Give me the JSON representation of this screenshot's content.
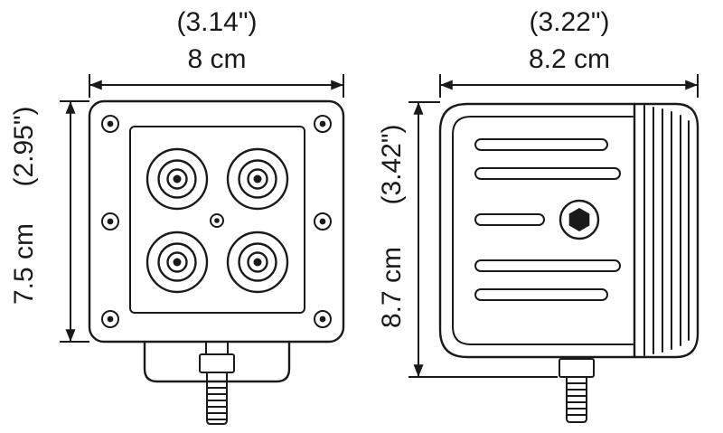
{
  "diagram": {
    "title": "led-light-pod-dimensions",
    "front_view": {
      "width_in": "(3.14\")",
      "width_cm": "8 cm",
      "height_in": "(2.95\")",
      "height_cm": "7.5 cm"
    },
    "side_view": {
      "width_in": "(3.22\")",
      "width_cm": "8.2 cm",
      "height_in": "(3.42\")",
      "height_cm": "8.7 cm"
    },
    "style": {
      "line_color": "#1a1a1a",
      "background_color": "#ffffff"
    }
  }
}
